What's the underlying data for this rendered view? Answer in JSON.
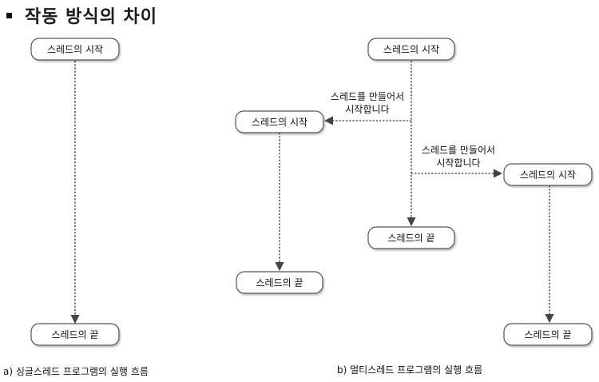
{
  "title": "작동 방식의 차이",
  "nodes": [
    {
      "id": "a-start",
      "text": "스레드의 시작"
    },
    {
      "id": "a-end",
      "text": "스레드의 끝"
    },
    {
      "id": "b-main-start",
      "text": "스레드의 시작"
    },
    {
      "id": "b-left-start",
      "text": "스레드의 시작"
    },
    {
      "id": "b-right-start",
      "text": "스레드의 시작"
    },
    {
      "id": "b-main-end",
      "text": "스레드의 끝"
    },
    {
      "id": "b-left-end",
      "text": "스레드의 끝"
    },
    {
      "id": "b-right-end",
      "text": "스레드의 끝"
    }
  ],
  "edges": [
    {
      "from": "a-start",
      "to": "a-end"
    },
    {
      "from": "b-main-start",
      "to": "b-main-end"
    },
    {
      "from": "b-main-start",
      "to": "b-left-start",
      "label": [
        "스레드를 만들어서",
        "시작합니다"
      ]
    },
    {
      "from": "b-main-start",
      "to": "b-right-start",
      "label": [
        "스레드를 만들어서",
        "시작합니다"
      ]
    },
    {
      "from": "b-left-start",
      "to": "b-left-end"
    },
    {
      "from": "b-right-start",
      "to": "b-right-end"
    }
  ],
  "captions": {
    "single": "a) 싱글스레드  프로그램의 실행 흐름",
    "multi": "b) 멀티스레드 프로그램의 실행 흐름"
  }
}
